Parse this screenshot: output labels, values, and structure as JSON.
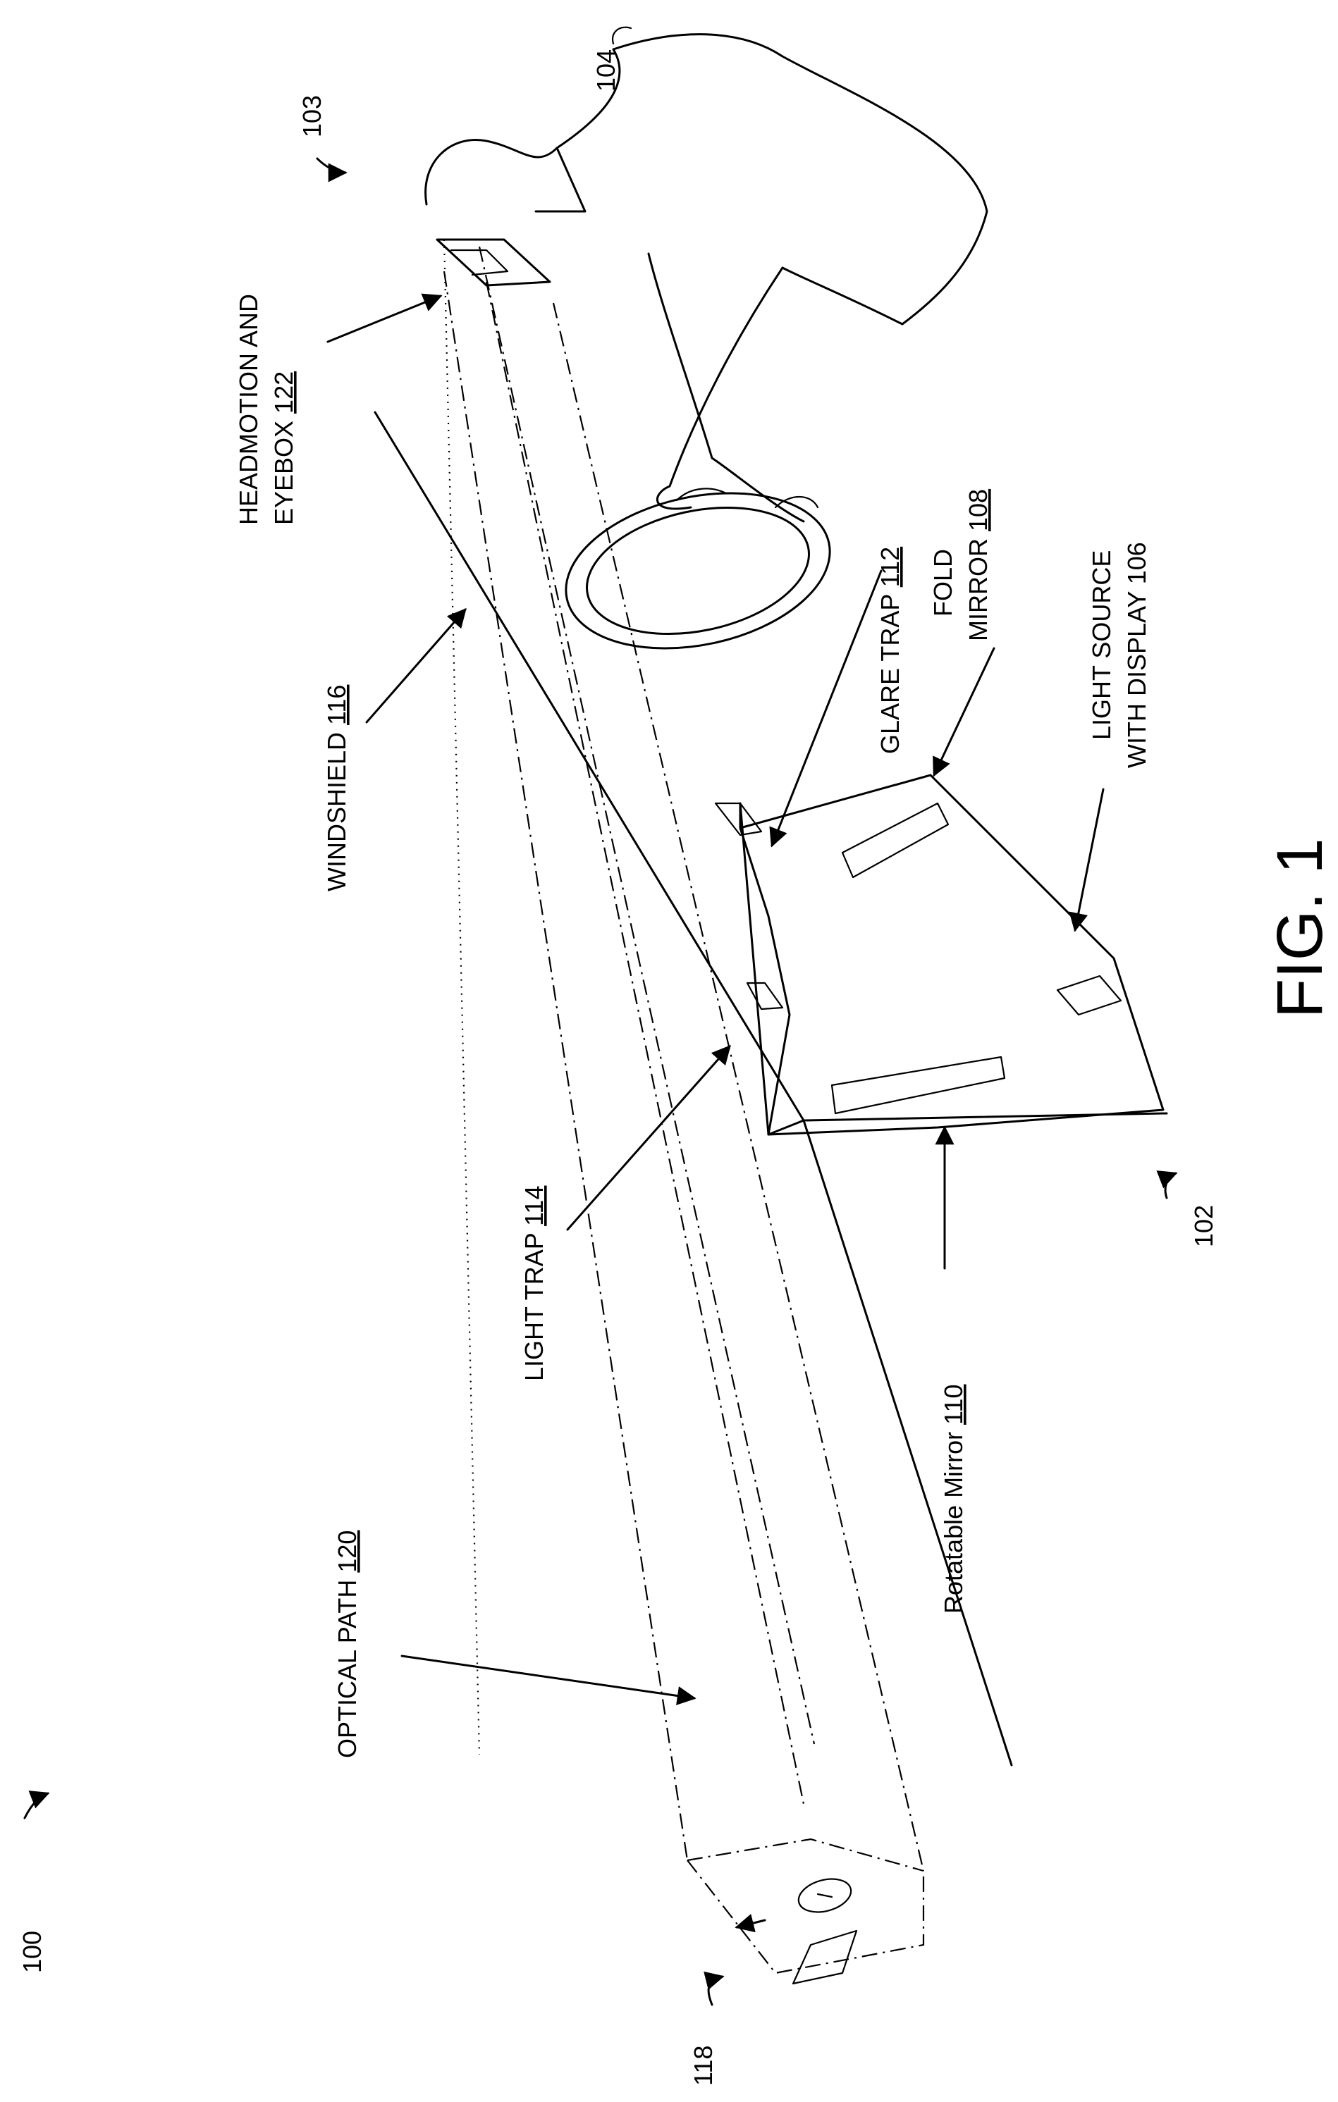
{
  "figure": {
    "ref_100": "100",
    "ref_102": "102",
    "ref_103": "103",
    "ref_104": "104",
    "ref_118": "118",
    "headmotion_line1": "HEADMOTION AND",
    "headmotion_line2_text": "EYEBOX ",
    "headmotion_num": "122",
    "glare_text": "GLARE TRAP ",
    "glare_num": "112",
    "fold_line1": "FOLD",
    "fold_line2_text": "MIRROR ",
    "fold_num": "108",
    "lightsource_line1": "LIGHT SOURCE",
    "lightsource_line2": "WITH DISPLAY 106",
    "windshield_text": "WINDSHIELD ",
    "windshield_num": "116",
    "lighttrap_text": "LIGHT TRAP ",
    "lighttrap_num": "114",
    "mirror_text": "Rotatable Mirror ",
    "mirror_num": "110",
    "optical_text": "OPTICAL PATH ",
    "optical_num": "120",
    "fig_label": "FIG. 1"
  }
}
